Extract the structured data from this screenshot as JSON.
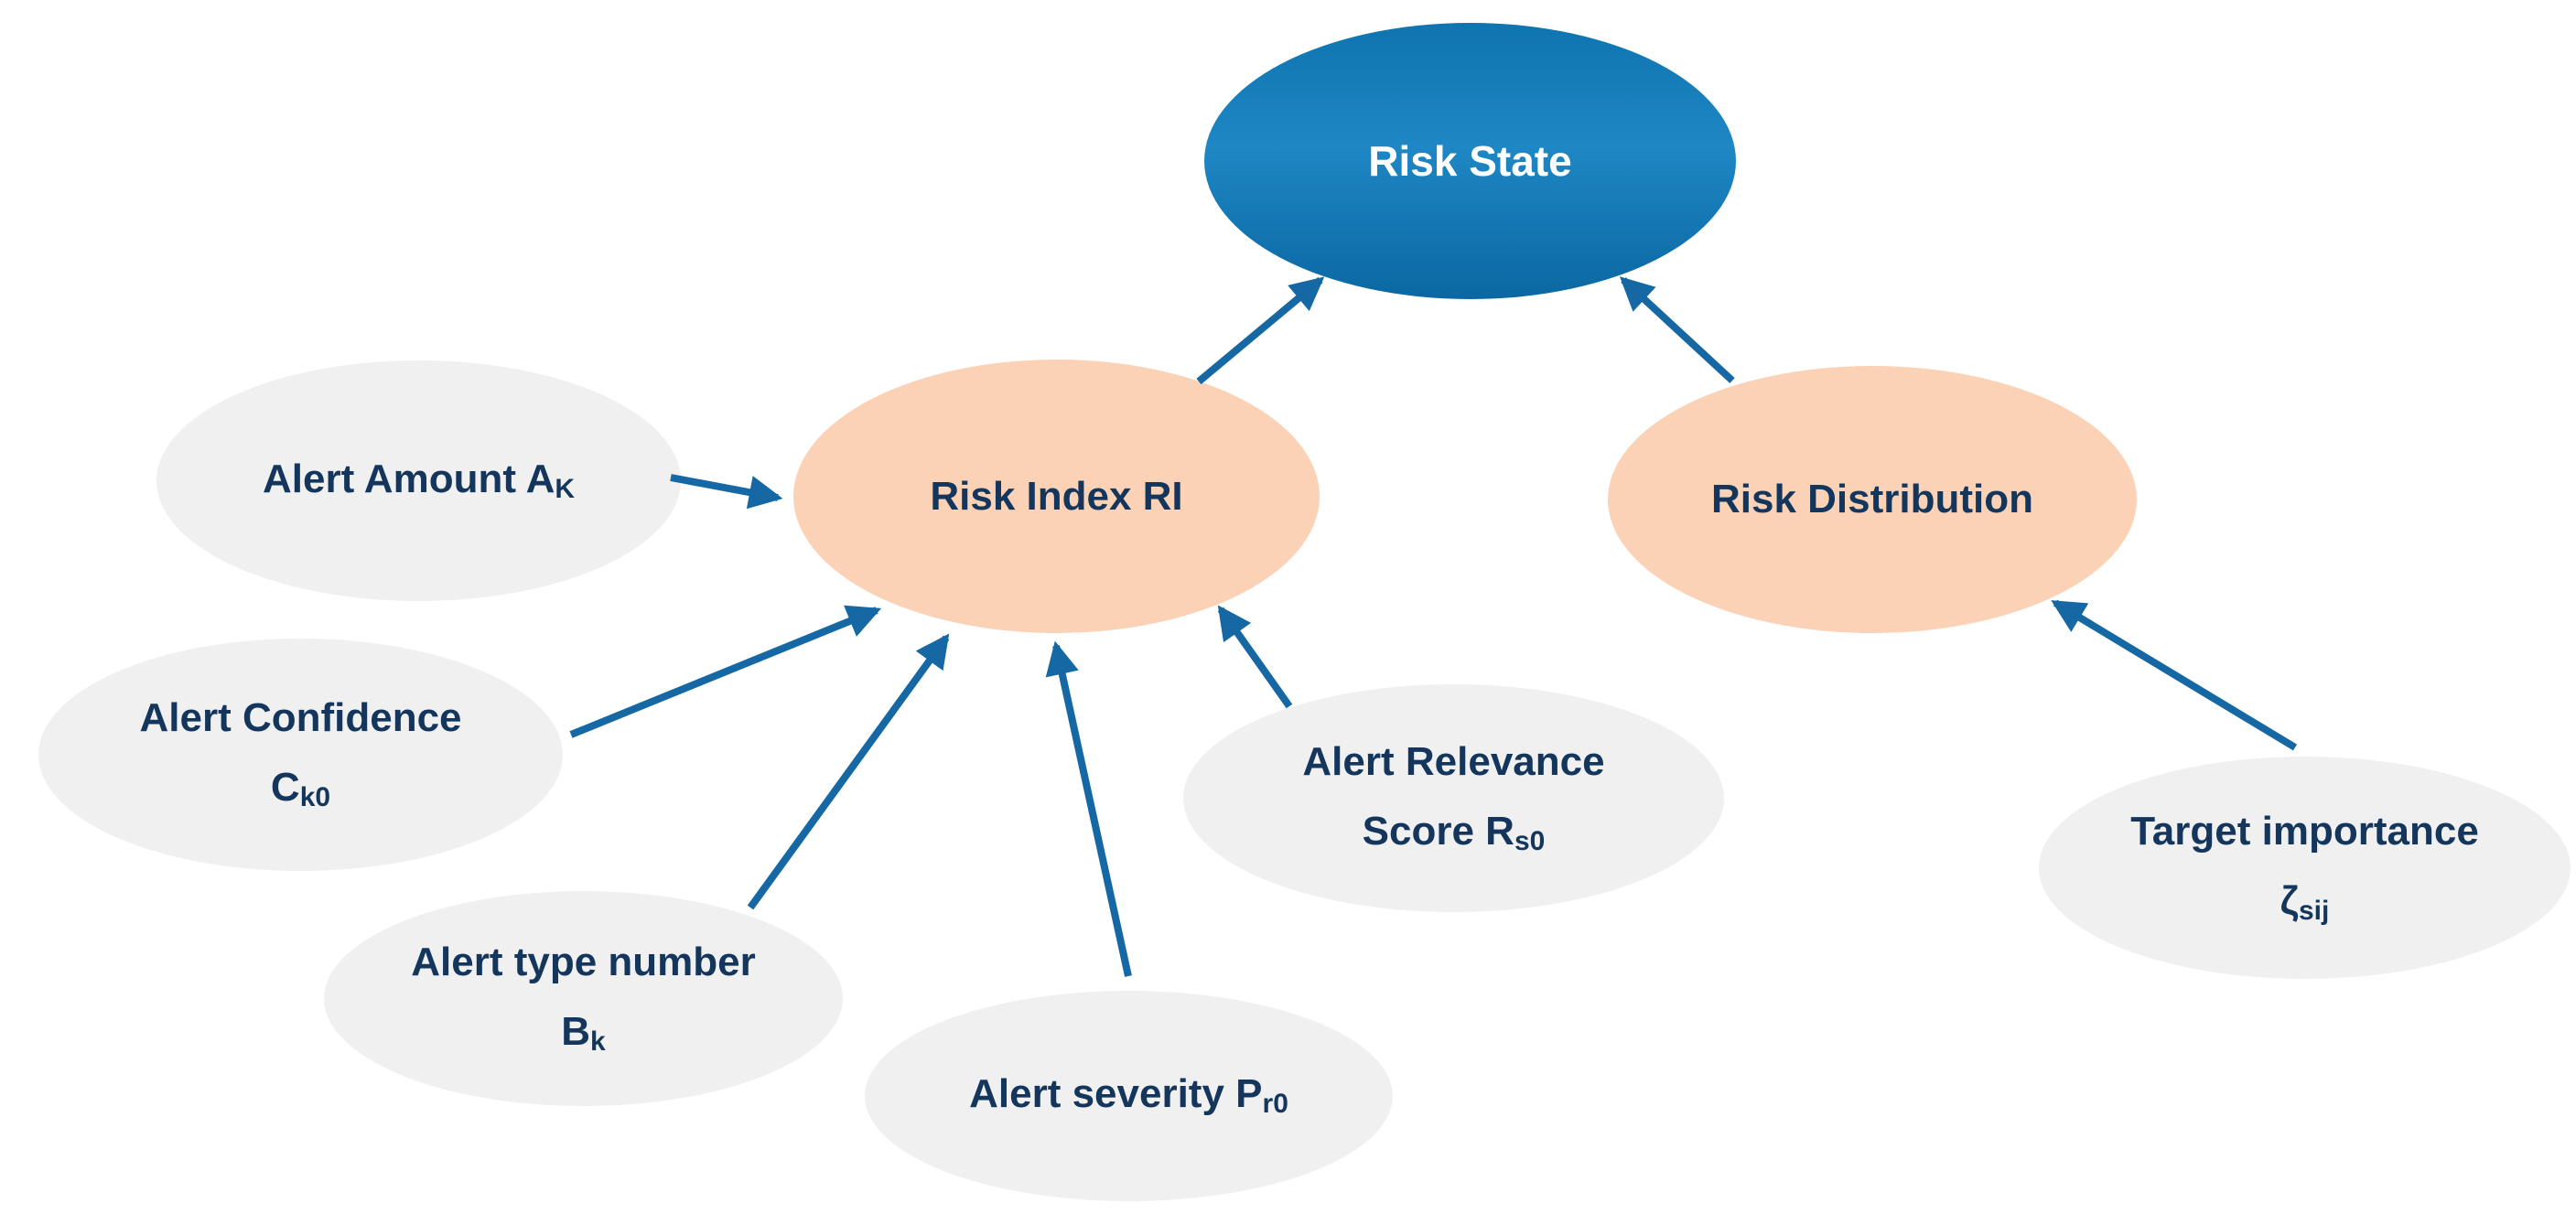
{
  "colors": {
    "background": "#ffffff",
    "arrow_color": "#1568a3",
    "peach_fill": "#fcd2b6",
    "gray_fill": "#f0f0f1",
    "text_navy": "#14365c",
    "blue_top": "#0f74b0",
    "blue_mid": "#1e87c4",
    "blue_bottom": "#0b67a2",
    "risk_state_text": "#ffffff"
  },
  "nodes": {
    "risk_state": {
      "label": "Risk State"
    },
    "risk_index": {
      "label": "Risk Index RI"
    },
    "risk_distribution": {
      "label": "Risk Distribution"
    },
    "alert_amount": {
      "line1": "Alert Amount A",
      "line1_sub": "K"
    },
    "alert_confidence": {
      "line1": "Alert Confidence",
      "line2": "C",
      "line2_sub": "k0"
    },
    "alert_type_number": {
      "line1": "Alert type number",
      "line2": "B",
      "line2_sub": "k"
    },
    "alert_severity": {
      "line1": "Alert severity P",
      "line1_sub": "r0"
    },
    "alert_relevance_score": {
      "line1": "Alert Relevance",
      "line2": "Score R",
      "line2_sub": "s0"
    },
    "target_importance": {
      "line1": "Target importance",
      "line2": "ζ",
      "line2_sub": "sij"
    }
  },
  "edges": [
    {
      "from": "alert_amount",
      "to": "risk_index"
    },
    {
      "from": "alert_confidence",
      "to": "risk_index"
    },
    {
      "from": "alert_type_number",
      "to": "risk_index"
    },
    {
      "from": "alert_severity",
      "to": "risk_index"
    },
    {
      "from": "alert_relevance_score",
      "to": "risk_index"
    },
    {
      "from": "risk_index",
      "to": "risk_state"
    },
    {
      "from": "risk_distribution",
      "to": "risk_state"
    },
    {
      "from": "target_importance",
      "to": "risk_distribution"
    }
  ]
}
